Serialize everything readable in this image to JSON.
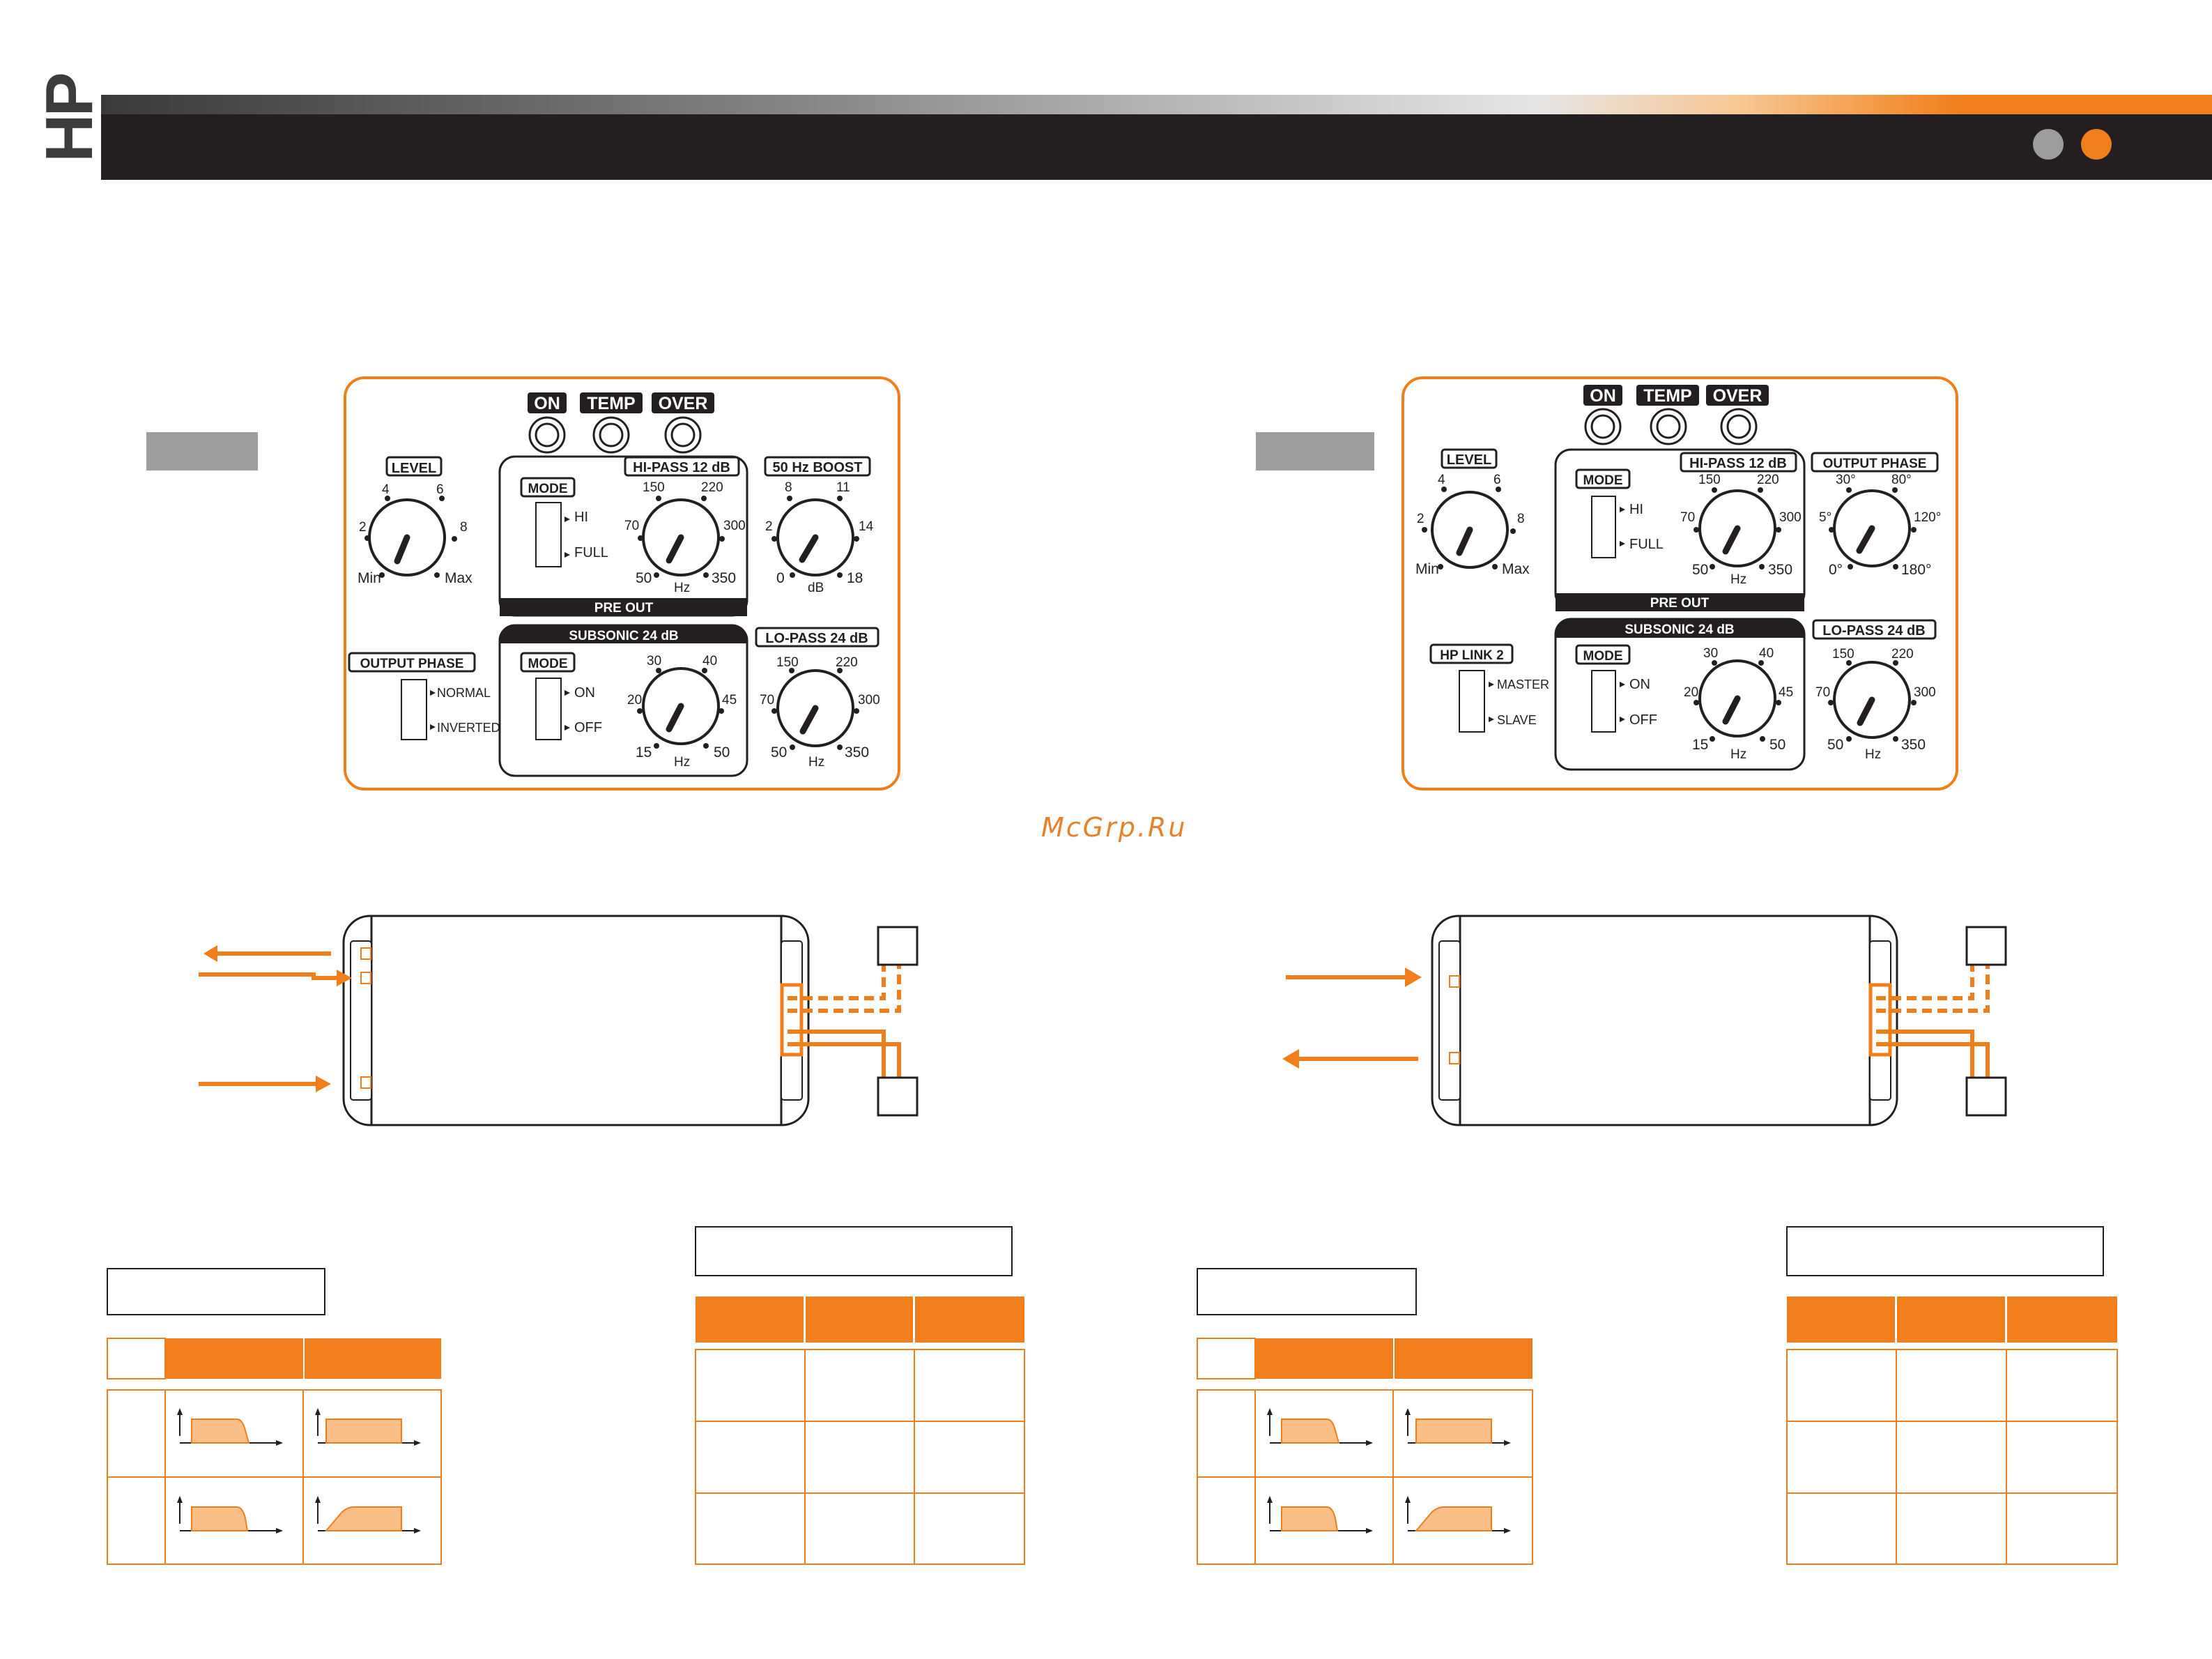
{
  "brand": {
    "logo_text": "HP"
  },
  "colors": {
    "accent": "#f07f1b",
    "dark": "#231f20",
    "gray": "#9d9d9d",
    "light_orange": "#f9bf86"
  },
  "header": {
    "dots": [
      "gray",
      "orange"
    ]
  },
  "watermark": "McGrp.Ru",
  "panel_left": {
    "leds": [
      "ON",
      "TEMP",
      "OVER"
    ],
    "level": {
      "title": "LEVEL",
      "ticks": [
        "2",
        "4",
        "6",
        "8"
      ],
      "min": "Min",
      "max": "Max"
    },
    "hipass_group": {
      "mode_title": "MODE",
      "mode_options": [
        "HI",
        "FULL"
      ],
      "knob_title": "HI-PASS 12 dB",
      "ticks": [
        "70",
        "150",
        "220",
        "300"
      ],
      "min": "50",
      "max": "350",
      "unit": "Hz",
      "footer": "PRE OUT"
    },
    "boost": {
      "title": "50 Hz BOOST",
      "ticks": [
        "2",
        "8",
        "11",
        "14"
      ],
      "min": "0",
      "max": "18",
      "unit": "dB"
    },
    "phase": {
      "title": "OUTPUT PHASE",
      "options": [
        "NORMAL",
        "INVERTED"
      ]
    },
    "subsonic_group": {
      "header": "SUBSONIC 24 dB",
      "mode_title": "MODE",
      "mode_options": [
        "ON",
        "OFF"
      ],
      "ticks": [
        "20",
        "30",
        "40",
        "45"
      ],
      "min": "15",
      "max": "50",
      "unit": "Hz"
    },
    "lopass": {
      "title": "LO-PASS 24 dB",
      "ticks": [
        "70",
        "150",
        "220",
        "300"
      ],
      "min": "50",
      "max": "350",
      "unit": "Hz"
    }
  },
  "panel_right": {
    "leds": [
      "ON",
      "TEMP",
      "OVER"
    ],
    "level": {
      "title": "LEVEL",
      "ticks": [
        "2",
        "4",
        "6",
        "8"
      ],
      "min": "Min",
      "max": "Max"
    },
    "hipass_group": {
      "mode_title": "MODE",
      "mode_options": [
        "HI",
        "FULL"
      ],
      "knob_title": "HI-PASS 12 dB",
      "ticks": [
        "70",
        "150",
        "220",
        "300"
      ],
      "min": "50",
      "max": "350",
      "unit": "Hz",
      "footer": "PRE OUT"
    },
    "phase_knob": {
      "title": "OUTPUT PHASE",
      "ticks": [
        "5°",
        "30°",
        "80°",
        "120°"
      ],
      "min": "0°",
      "max": "180°"
    },
    "link": {
      "title": "HP LINK 2",
      "options": [
        "MASTER",
        "SLAVE"
      ]
    },
    "subsonic_group": {
      "header": "SUBSONIC 24 dB",
      "mode_title": "MODE",
      "mode_options": [
        "ON",
        "OFF"
      ],
      "ticks": [
        "20",
        "30",
        "40",
        "45"
      ],
      "min": "15",
      "max": "50",
      "unit": "Hz"
    },
    "lopass": {
      "title": "LO-PASS 24 dB",
      "ticks": [
        "70",
        "150",
        "220",
        "300"
      ],
      "min": "50",
      "max": "350",
      "unit": "Hz"
    }
  }
}
